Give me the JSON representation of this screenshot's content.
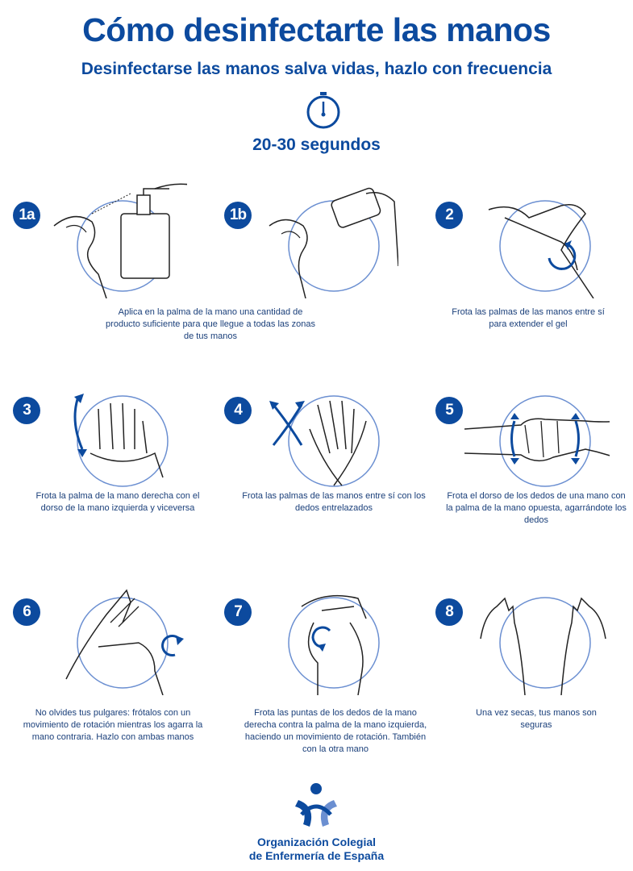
{
  "title": "Cómo desinfectarte las manos",
  "subtitle": "Desinfectarse las manos salva vidas, hazlo con frecuencia",
  "duration": "20-30 segundos",
  "icons": {
    "timer": "stopwatch-icon",
    "logo": "nursing-organization-logo"
  },
  "colors": {
    "primary": "#0c4a9e",
    "circle": "#6b8fd1",
    "text": "#1a3f7a"
  },
  "steps": [
    {
      "number": "1a",
      "caption": "",
      "icon": "hand-pump-dispenser-illustration"
    },
    {
      "number": "1b",
      "caption": "",
      "icon": "hand-pour-bottle-illustration"
    },
    {
      "number": "2",
      "caption": "Frota las palmas de las manos entre sí para extender el gel",
      "icon": "palms-rubbing-illustration"
    },
    {
      "number": "3",
      "caption": "Frota la palma de la mano derecha con el dorso de la mano izquierda y viceversa",
      "icon": "palm-over-back-illustration"
    },
    {
      "number": "4",
      "caption": "Frota las palmas de las manos entre sí con los dedos entrelazados",
      "icon": "interlaced-fingers-illustration"
    },
    {
      "number": "5",
      "caption": "Frota el dorso de los dedos de una mano con la palma de la mano opuesta, agarrándote los dedos",
      "icon": "interlocked-fingers-illustration"
    },
    {
      "number": "6",
      "caption": "No olvides tus pulgares: frótalos con un movimiento de rotación mientras los agarra la mano contraria. Hazlo con ambas manos",
      "icon": "thumb-rotation-illustration"
    },
    {
      "number": "7",
      "caption": "Frota las puntas de los dedos de la mano derecha contra la palma de la mano izquierda, haciendo un movimiento de rotación. También con la otra mano",
      "icon": "fingertips-rotation-illustration"
    },
    {
      "number": "8",
      "caption": "Una vez secas, tus manos son seguras",
      "icon": "open-hands-illustration"
    }
  ],
  "step1_caption": "Aplica en la palma de la mano una cantidad de producto suficiente para que llegue a todas las zonas de tus manos",
  "organization": {
    "line1": "Organización Colegial",
    "line2": "de Enfermería de España"
  }
}
